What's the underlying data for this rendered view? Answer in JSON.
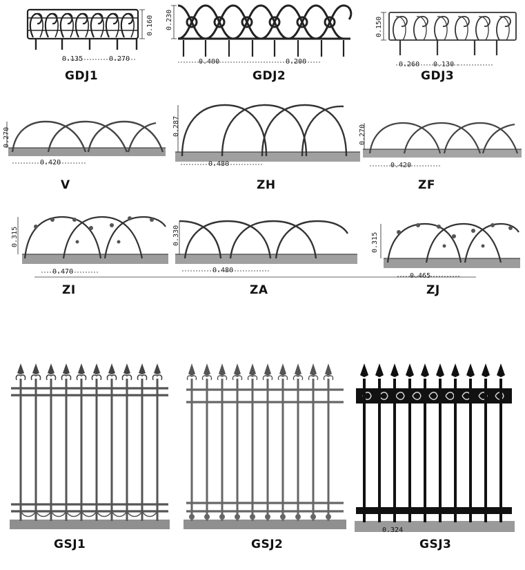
{
  "items": {
    "gdj1": {
      "label": "GDJ1",
      "dims": [
        "0.160",
        "0.135",
        "0.270"
      ]
    },
    "gdj2": {
      "label": "GDJ2",
      "dims": [
        "0.230",
        "0.400",
        "0.200"
      ]
    },
    "gdj3": {
      "label": "GDJ3",
      "dims": [
        "0.150",
        "0.260",
        "0.130"
      ]
    },
    "v": {
      "label": "V",
      "dims": [
        "0.270",
        "0.420"
      ]
    },
    "zh": {
      "label": "ZH",
      "dims": [
        "0.287",
        "0.480"
      ]
    },
    "zf": {
      "label": "ZF",
      "dims": [
        "0.270",
        "0.420"
      ]
    },
    "zi": {
      "label": "ZI",
      "dims": [
        "0.315",
        "0.470"
      ]
    },
    "za": {
      "label": "ZA",
      "dims": [
        "0.330",
        "0.480"
      ]
    },
    "zj": {
      "label": "ZJ",
      "dims": [
        "0.315",
        "0.465"
      ]
    },
    "gsj1": {
      "label": "GSJ1"
    },
    "gsj2": {
      "label": "GSJ2"
    },
    "gsj3": {
      "label": "GSJ3",
      "dims": [
        "0.324"
      ]
    }
  },
  "colors": {
    "ink": "#222222",
    "ground": "#8a8a8a",
    "dark_fence": "#111111"
  }
}
